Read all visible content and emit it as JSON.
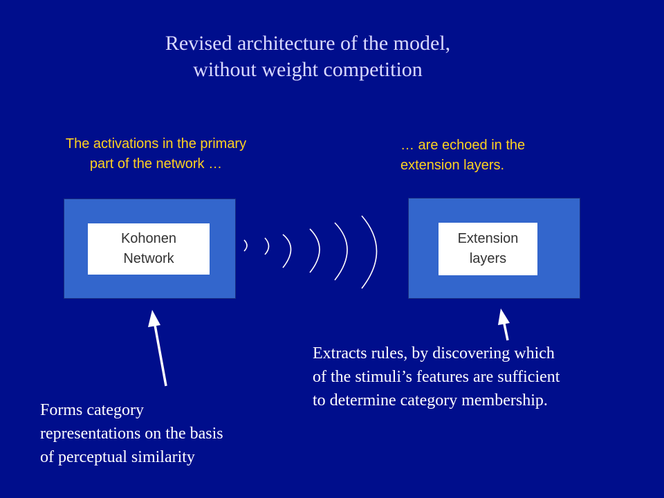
{
  "title": {
    "line1": "Revised architecture of the model,",
    "line2": "without weight competition"
  },
  "captions": {
    "left": {
      "line1": "The activations in the primary",
      "line2": "part of the network …"
    },
    "right": {
      "line1": "… are echoed in the",
      "line2": "extension layers."
    }
  },
  "boxes": {
    "kohonen": {
      "line1": "Kohonen",
      "line2": "Network"
    },
    "extension": {
      "line1": "Extension",
      "line2": "layers"
    }
  },
  "notes": {
    "left": {
      "line1": "Forms category",
      "line2": "representations on the basis",
      "line3": "of perceptual similarity"
    },
    "right": {
      "line1": "Extracts rules, by discovering which",
      "line2": "of the stimuli’s features are sufficient",
      "line3": "to determine category membership."
    }
  },
  "colors": {
    "background": "#000e8c",
    "title_text": "#d9d9ff",
    "caption_text": "#ffd21f",
    "box_outer": "#3366cc",
    "box_inner": "#ffffff",
    "note_text": "#ffffff"
  }
}
